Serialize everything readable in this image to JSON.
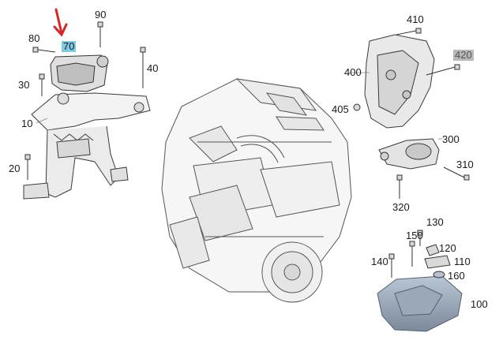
{
  "callouts": {
    "c10": "10",
    "c20": "20",
    "c30": "30",
    "c40": "40",
    "c70": "70",
    "c80": "80",
    "c90": "90",
    "c100": "100",
    "c110": "110",
    "c120": "120",
    "c130": "130",
    "c140": "140",
    "c150": "150",
    "c160": "160",
    "c300": "300",
    "c310": "310",
    "c320": "320",
    "c400": "400",
    "c405": "405",
    "c410": "410",
    "c420": "420"
  },
  "highlight": {
    "selected_part": "70",
    "selected_color": "#7fcbe6",
    "inactive_part": "420",
    "inactive_color": "#b9b9b9",
    "arrow_color": "#d62828"
  }
}
